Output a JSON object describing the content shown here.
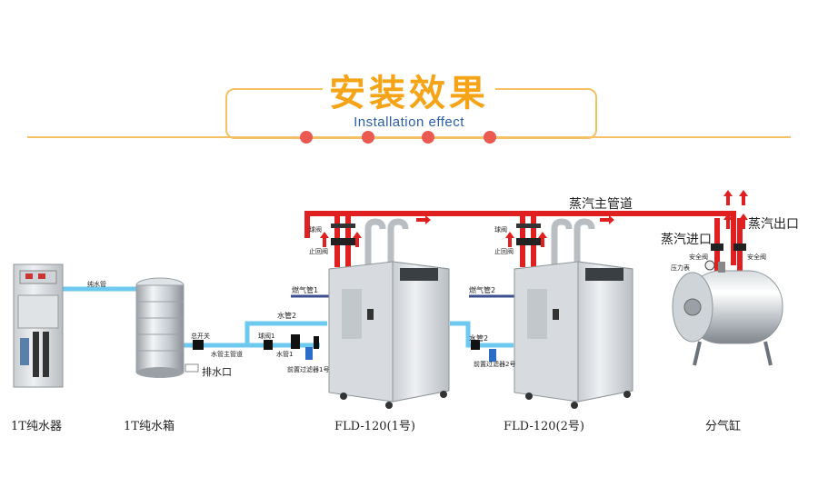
{
  "header": {
    "title_cn": "安装效果",
    "title_en": "Installation effect"
  },
  "labels": {
    "pure_water_machine": "1T纯水器",
    "pure_water_tank": "1T纯水箱",
    "unit1": "FLD-120(1号)",
    "unit2": "FLD-120(2号)",
    "steam_header": "分气缸",
    "main_steam_pipe": "蒸汽主管道",
    "steam_inlet": "蒸汽进口",
    "steam_outlet": "蒸汽出口",
    "pure_water_pipe": "纯水管",
    "switch": "总开关",
    "main_water_pipe": "水管主管道",
    "drain": "排水口",
    "water_pipe_2": "水管2",
    "ball_valve_1": "球阀1",
    "water_pipe_1": "水管1",
    "prefilter_1": "前置过滤器1号",
    "gas_pipe_1": "燃气管1",
    "gas_pipe_2": "燃气管2",
    "water_pipe_2b": "水管2",
    "prefilter_2": "前置过滤器2号",
    "ball_valve_top1": "球阀",
    "check_valve_1": "止回阀",
    "ball_valve_top2": "球阀",
    "check_valve_2": "止回阀",
    "safety_valve_a": "安全阀",
    "pressure_gauge": "压力表",
    "safety_valve_b": "安全阀"
  },
  "colors": {
    "accent": "#f5a418",
    "steam_pipe": "#e02020",
    "water_pipe": "#6ec9ef",
    "gas_pipe": "#3d4f8c",
    "dot": "#ea5a52",
    "subtitle": "#2a5fa8"
  }
}
